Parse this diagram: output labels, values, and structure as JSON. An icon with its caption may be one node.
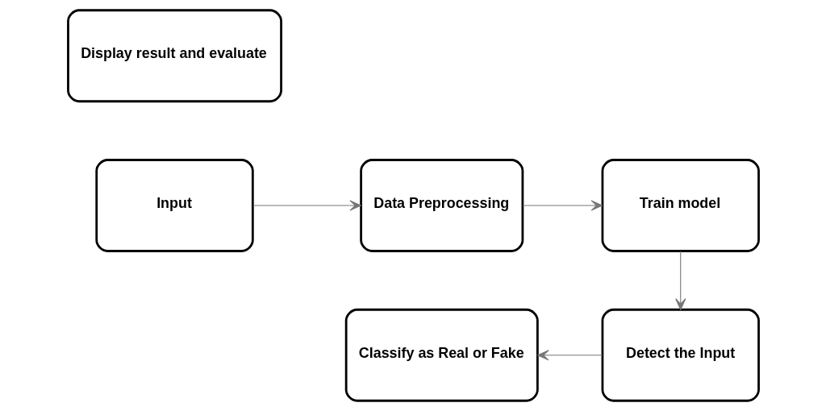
{
  "diagram": {
    "nodes": [
      {
        "text": [
          "Input"
        ]
      },
      {
        "text": [
          "Data Preprocessing"
        ]
      },
      {
        "text": [
          "Train model"
        ]
      },
      {
        "text": [
          "Detect the Input"
        ]
      },
      {
        "text": [
          "Classify as Real or Fake"
        ]
      },
      {
        "text": [
          "Display result and evaluate"
        ]
      }
    ],
    "edges": [
      {
        "from": 0,
        "to": 1,
        "arrow": "to"
      },
      {
        "from": 1,
        "to": 2,
        "arrow": "to"
      },
      {
        "from": 2,
        "to": 3,
        "arrow": "to"
      },
      {
        "from": 3,
        "to": 4,
        "arrow": "to"
      }
    ]
  }
}
